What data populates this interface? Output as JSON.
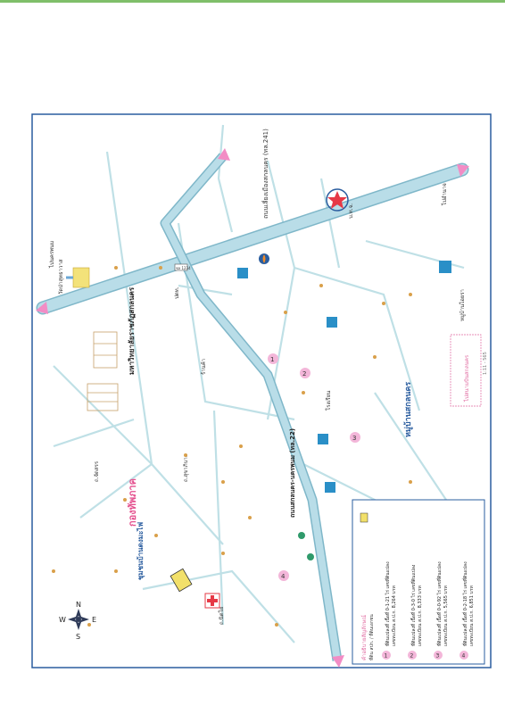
{
  "colors": {
    "road": "#b9dde8",
    "road_edge": "#7fb7c9",
    "minor_road": "#bfe0e6",
    "frame": "#2a5d9f",
    "highlight": "#f2e06a",
    "marker": "#f3b6d9",
    "tree": "#d9a04a",
    "pink_arrow": "#f28cc5"
  },
  "labels": {
    "road_top": "ไปนครพนม",
    "road_bottom": "ไปอำนาจ",
    "hwy_label": "ถนนเลี่ยงเมืองสกลนคร (ทล.241)",
    "main_road": "ถนนสกลนคร-นครพนม (ทล.22)",
    "university": "มหาวิทยาลัยราชภัฏสกลนคร",
    "org_name": "กองทัพภาค",
    "community": "ชุมชนบ้านดงมะไฟ",
    "village_mid": "หมู่บ้านสกลนคร",
    "temple_top": "วัดป่าสุทธาวาส",
    "area_right": "หมู่บ้านไอยรา",
    "bottom_right_note": "ไปสนามบินสกลนคร",
    "small_road_1": "ถ.จัดสรร",
    "small_road_2": "ถ.สุขาภิบาล",
    "small_road_3": "ถ.นิตโย",
    "market": "ร้านค้า",
    "school": "โรงเรียน",
    "gas": "ปตท.",
    "ptt_label": "บ.ท.จ.",
    "sign_text": "ชล 1234"
  },
  "compass": {
    "n": "N",
    "s": "S",
    "e": "E",
    "w": "W"
  },
  "legend": {
    "title": "คำอธิบายสัญลักษณ์",
    "subtitle": "ที่ดิน สปก. / ที่ดินเอกชน",
    "items": [
      {
        "num": "1",
        "line1": "ที่ดินแปลงที่ เนื้อที่ 0-1-21 ไร่ เลขที่ดินแปลง",
        "line2": "เลขทะเบียน ส.ป.ก. 8,264 บาท"
      },
      {
        "num": "2",
        "line1": "ที่ดินแปลงที่ เนื้อที่ 0-3-0 ไร่ เลขที่ดินแปลง",
        "line2": "เลขทะเบียน ส.ป.ก. 8,333 บาท"
      },
      {
        "num": "3",
        "line1": "ที่ดินแปลงที่ เนื้อที่ 0-0-92 ไร่ เลขที่ดินแปลง",
        "line2": "เลขทะเบียน ส.ป.ก. 5,565 บาท"
      },
      {
        "num": "4",
        "line1": "ที่ดินแปลงที่ เนื้อที่ 0-2-18 ไร่ เลขที่ดินแปลง",
        "line2": "เลขทะเบียน ส.ป.ก. 6,851 บาท"
      }
    ]
  },
  "markers": [
    "1",
    "2",
    "3",
    "4"
  ],
  "footer_code": "1:11 - 565"
}
